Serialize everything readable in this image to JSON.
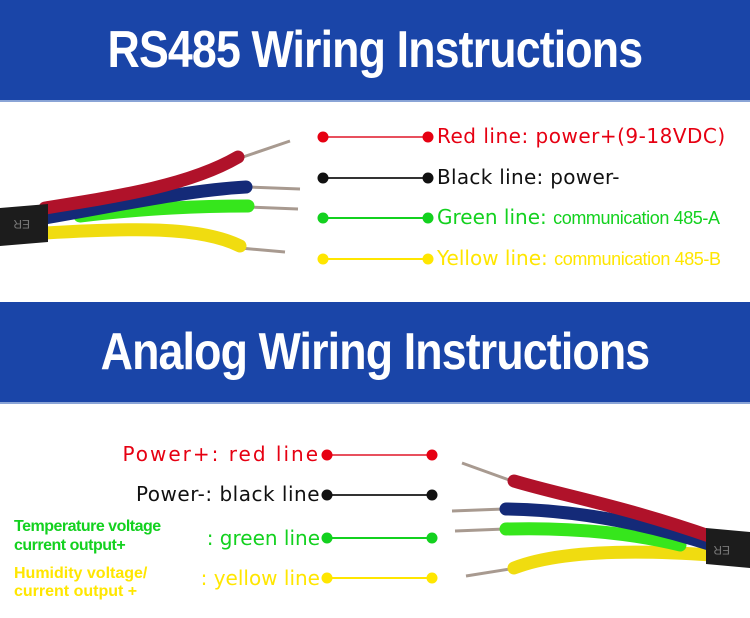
{
  "colors": {
    "banner_bg": "#1a45a8",
    "banner_text": "#ffffff",
    "red": "#e60012",
    "black": "#111111",
    "green": "#13d11f",
    "yellow": "#ffe600",
    "wire_blue": "#142a78",
    "wire_red": "#b0122a",
    "wire_green": "#36e61c",
    "wire_yellow": "#f0dc10",
    "sheath": "#1c1c1c"
  },
  "rs485": {
    "title": "RS485 Wiring Instructions",
    "cable_marking": "ER",
    "lines": [
      {
        "color": "red",
        "label": "Red line: power+(9-18VDC)",
        "detail": ""
      },
      {
        "color": "black",
        "label": "Black line: power-",
        "detail": ""
      },
      {
        "color": "green",
        "label": "Green line:",
        "detail": "communication 485-A"
      },
      {
        "color": "yellow",
        "label": "Yellow line:",
        "detail": "communication 485-B"
      }
    ]
  },
  "analog": {
    "title": "Analog Wiring Instructions",
    "cable_marking": "ER",
    "lines": [
      {
        "color": "red",
        "signal": "",
        "label": "Power+: red line"
      },
      {
        "color": "black",
        "signal": "",
        "label": "Power-: black line"
      },
      {
        "color": "green",
        "signal_line1": "Temperature voltage",
        "signal_line2": "current output+",
        "label": ":  green line"
      },
      {
        "color": "yellow",
        "signal_line1": "Humidity voltage/",
        "signal_line2": "current output +",
        "label": ": yellow line"
      }
    ]
  }
}
